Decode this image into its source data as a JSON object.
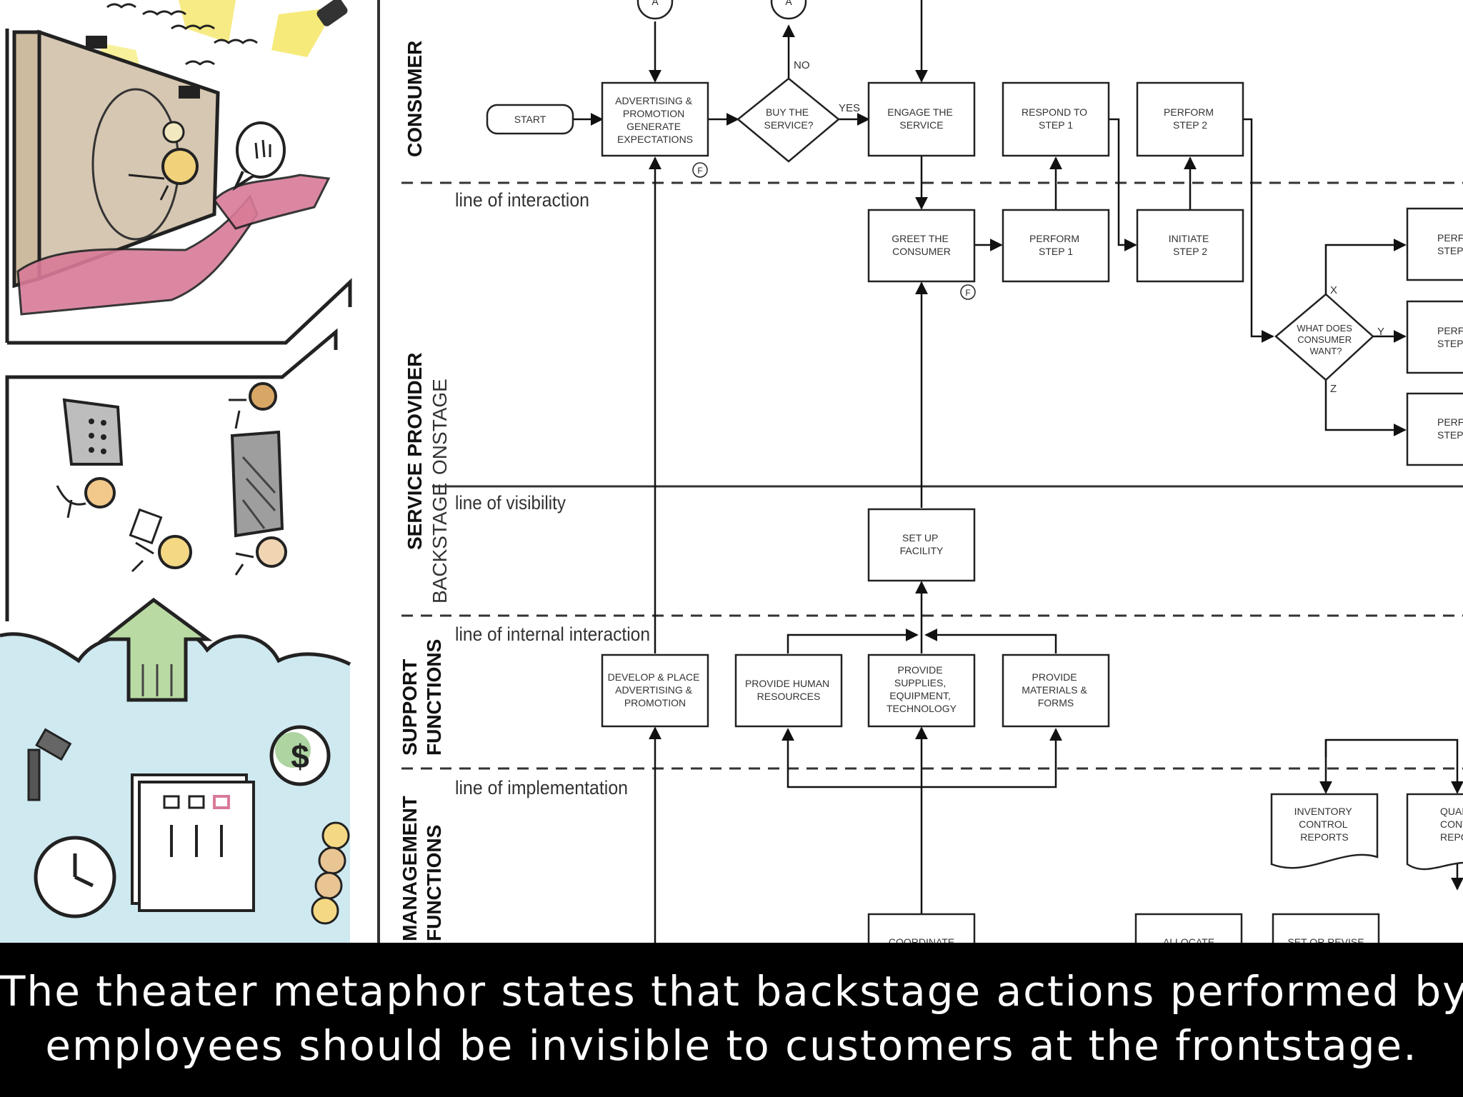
{
  "lanes": {
    "consumer": "CONSUMER",
    "service_provider": "SERVICE PROVIDER",
    "onstage": "ONSTAGE",
    "backstage": "BACKSTAGE",
    "support_1": "SUPPORT",
    "support_2": "FUNCTIONS",
    "management_1": "MANAGEMENT",
    "management_2": "FUNCTIONS"
  },
  "lines": {
    "interaction": "line of interaction",
    "visibility": "line of visibility",
    "internal": "line of internal interaction",
    "implementation": "line of implementation"
  },
  "connectors": {
    "a1": "A",
    "a2": "A",
    "f1": "F",
    "f2": "F"
  },
  "labels": {
    "no": "NO",
    "yes": "YES",
    "x": "X",
    "y": "Y",
    "z": "Z"
  },
  "boxes": {
    "start": "START",
    "advertising": [
      "ADVERTISING &",
      "PROMOTION",
      "GENERATE",
      "EXPECTATIONS"
    ],
    "buy": [
      "BUY THE",
      "SERVICE?"
    ],
    "engage": [
      "ENGAGE THE",
      "SERVICE"
    ],
    "respond1": [
      "RESPOND TO",
      "STEP 1"
    ],
    "perform2": [
      "PERFORM",
      "STEP 2"
    ],
    "greet": [
      "GREET THE",
      "CONSUMER"
    ],
    "perform1": [
      "PERFORM",
      "STEP 1"
    ],
    "initiate2": [
      "INITIATE",
      "STEP 2"
    ],
    "want": [
      "WHAT DOES",
      "CONSUMER",
      "WANT?"
    ],
    "perf_a": [
      "PERFO",
      "STEP"
    ],
    "perf_b": [
      "PERFO",
      "STEP"
    ],
    "perf_c": [
      "PERFO",
      "STEP"
    ],
    "setup": [
      "SET UP",
      "FACILITY"
    ],
    "develop": [
      "DEVELOP & PLACE",
      "ADVERTISING &",
      "PROMOTION"
    ],
    "hr": [
      "PROVIDE HUMAN",
      "RESOURCES"
    ],
    "supplies": [
      "PROVIDE",
      "SUPPLIES,",
      "EQUIPMENT,",
      "TECHNOLOGY"
    ],
    "materials": [
      "PROVIDE",
      "MATERIALS &",
      "FORMS"
    ],
    "inventory": [
      "INVENTORY",
      "CONTROL",
      "REPORTS"
    ],
    "quality": [
      "QUAL",
      "CONTI",
      "REPO"
    ],
    "coordinate": "COORDINATE",
    "allocate": "ALLOCATE",
    "setrevise": "SET OR REVISE"
  },
  "caption": {
    "line1": "The theater metaphor states that backstage actions performed by",
    "line2": "employees should be invisible to customers at the frontstage."
  },
  "colors": {
    "ink": "#222222",
    "caption_bg": "#000000",
    "caption_text": "#ffffff"
  }
}
